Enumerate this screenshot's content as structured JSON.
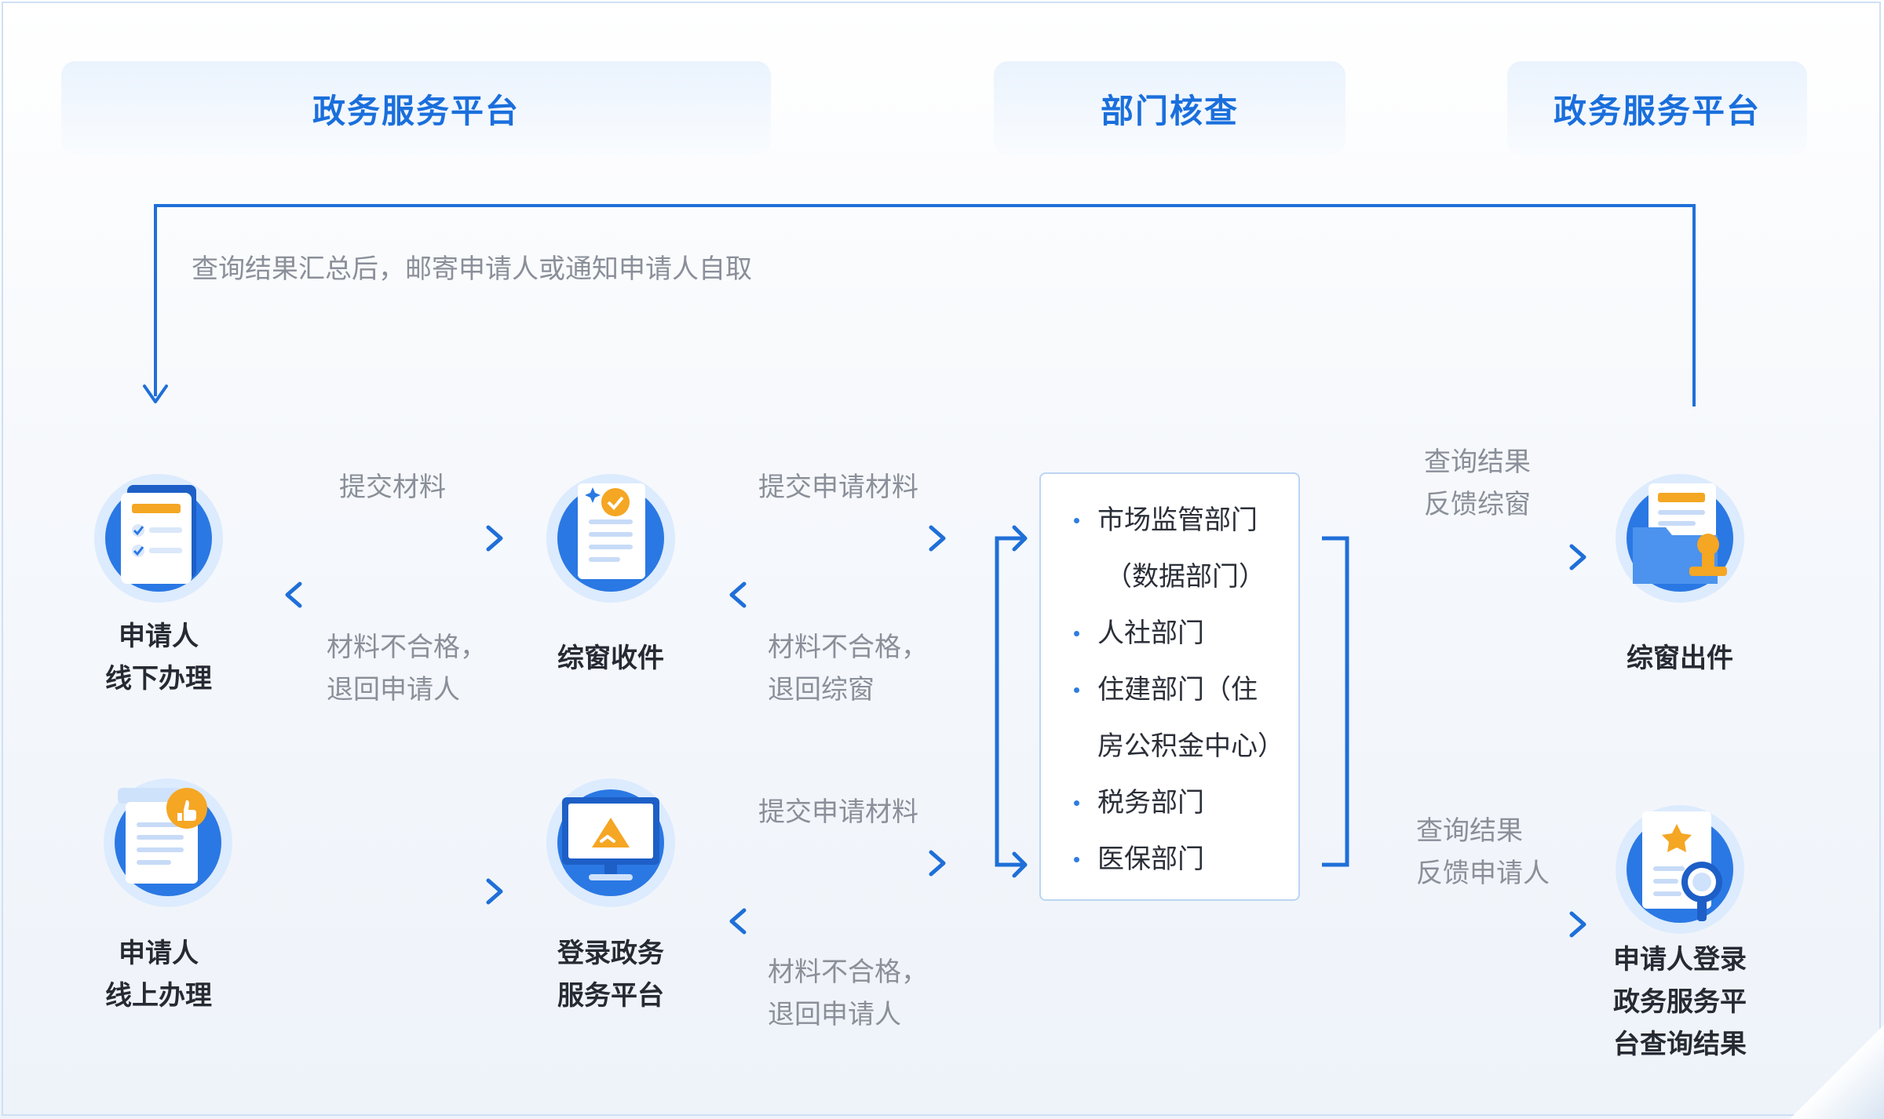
{
  "headers": {
    "left": "政务服务平台",
    "middle": "部门核查",
    "right": "政务服务平台"
  },
  "top_loop": {
    "text": "查询结果汇总后，邮寄申请人或通知申请人自取"
  },
  "nodes": {
    "offline": {
      "line1": "申请人",
      "line2": "线下办理"
    },
    "window_receive": {
      "line1": "综窗收件"
    },
    "online": {
      "line1": "申请人",
      "line2": "线上办理"
    },
    "gov_login": {
      "line1": "登录政务",
      "line2": "服务平台"
    },
    "window_issue": {
      "line1": "综窗出件"
    },
    "applicant_query": {
      "line1": "申请人登录",
      "line2": "政务服务平",
      "line3": "台查询结果"
    }
  },
  "edges": {
    "submit_materials": "提交材料",
    "reject1_line1": "材料不合格，",
    "reject1_line2": "退回申请人",
    "submit_application_top": "提交申请材料",
    "reject2_line1": "材料不合格，",
    "reject2_line2": "退回综窗",
    "submit_application_bottom": "提交申请材料",
    "reject3_line1": "材料不合格，",
    "reject3_line2": "退回申请人",
    "feedback_window_line1": "查询结果",
    "feedback_window_line2": "反馈综窗",
    "feedback_applicant_line1": "查询结果",
    "feedback_applicant_line2": "反馈申请人"
  },
  "departments": {
    "items": [
      {
        "line1": "市场监管部门",
        "line2": "（数据部门）"
      },
      {
        "line1": "人社部门"
      },
      {
        "line1": "住建部门（住",
        "line2": "房公积金中心）"
      },
      {
        "line1": "税务部门"
      },
      {
        "line1": "医保部门"
      }
    ]
  },
  "colors": {
    "accent": "#1a6fdc",
    "arrow": "#1f6fd8",
    "icon_blue": "#2a78e4",
    "icon_orange": "#f5a623"
  }
}
